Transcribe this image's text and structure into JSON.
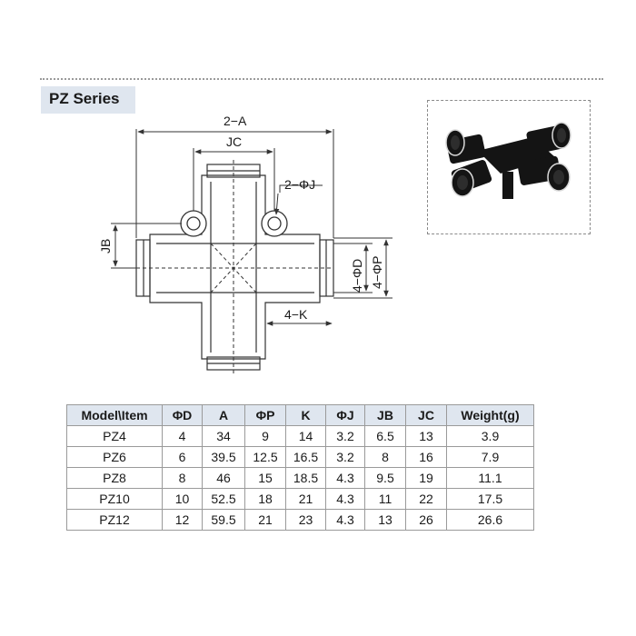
{
  "series": {
    "title": "PZ Series"
  },
  "drawing": {
    "dim_2A": "2−A",
    "dim_JC": "JC",
    "dim_2PhiJ": "2−ΦJ",
    "dim_JB": "JB",
    "dim_4PhiD": "4−ΦD",
    "dim_4PhiP": "4−ΦP",
    "dim_4K": "4−K"
  },
  "table": {
    "headers": [
      "Model\\Item",
      "ΦD",
      "A",
      "ΦP",
      "K",
      "ΦJ",
      "JB",
      "JC",
      "Weight(g)"
    ],
    "rows": [
      [
        "PZ4",
        "4",
        "34",
        "9",
        "14",
        "3.2",
        "6.5",
        "13",
        "3.9"
      ],
      [
        "PZ6",
        "6",
        "39.5",
        "12.5",
        "16.5",
        "3.2",
        "8",
        "16",
        "7.9"
      ],
      [
        "PZ8",
        "8",
        "46",
        "15",
        "18.5",
        "4.3",
        "9.5",
        "19",
        "11.1"
      ],
      [
        "PZ10",
        "10",
        "52.5",
        "18",
        "21",
        "4.3",
        "11",
        "22",
        "17.5"
      ],
      [
        "PZ12",
        "12",
        "59.5",
        "21",
        "23",
        "4.3",
        "13",
        "26",
        "26.6"
      ]
    ]
  },
  "colors": {
    "header_bg": "#dfe6ef",
    "line": "#333333",
    "part_black": "#141414"
  }
}
